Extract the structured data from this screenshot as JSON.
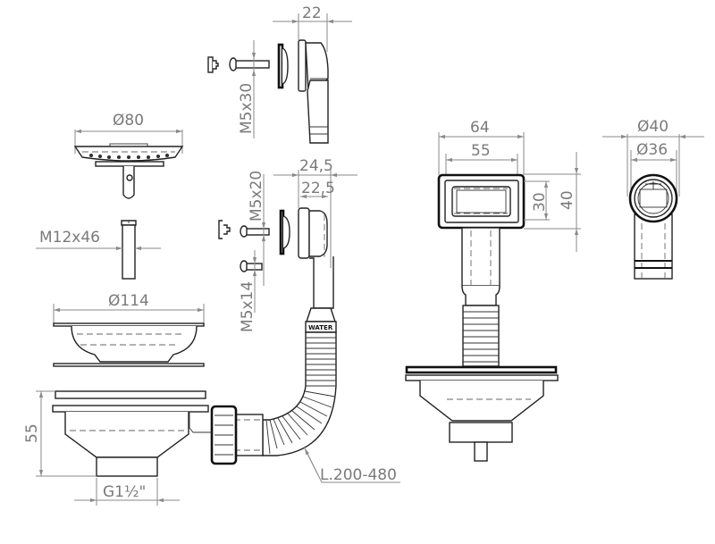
{
  "drawing": {
    "title": "Sink strainer waste kit with flexible overflow hose",
    "colors": {
      "line": "#222222",
      "dimension": "#8a8a8a",
      "background": "#ffffff"
    },
    "parts": {
      "overflow_elbow_top": {
        "label": "Overflow elbow with screw",
        "screw_dim": "M5x30",
        "width_dim": "22"
      },
      "strainer_basket": {
        "label": "Strainer basket",
        "diameter_dim": "Ø80"
      },
      "center_screw": {
        "label": "Center screw",
        "dim": "M12x46"
      },
      "overflow_assembly": {
        "label": "Overflow assembly with hose",
        "screw_dim_1": "M5x20",
        "screw_dim_2": "M5x14",
        "outer_dim": "24,5",
        "inner_dim": "22,5",
        "hose_brand": "WATER",
        "hose_length_dim": "L.200-480"
      },
      "strainer_flange": {
        "label": "Strainer flange",
        "diameter_dim": "Ø114"
      },
      "waste_body": {
        "label": "Waste body",
        "height_dim": "55",
        "thread_dim": "G1½\""
      },
      "rectangular_overflow_front": {
        "label": "Rectangular overflow, front view",
        "outer_width_dim": "64",
        "inner_width_dim": "55",
        "inner_height_dim": "30",
        "outer_height_dim": "40"
      },
      "round_overflow_front": {
        "label": "Round overflow, front view",
        "outer_diameter_dim": "Ø40",
        "inner_diameter_dim": "Ø36"
      }
    }
  }
}
